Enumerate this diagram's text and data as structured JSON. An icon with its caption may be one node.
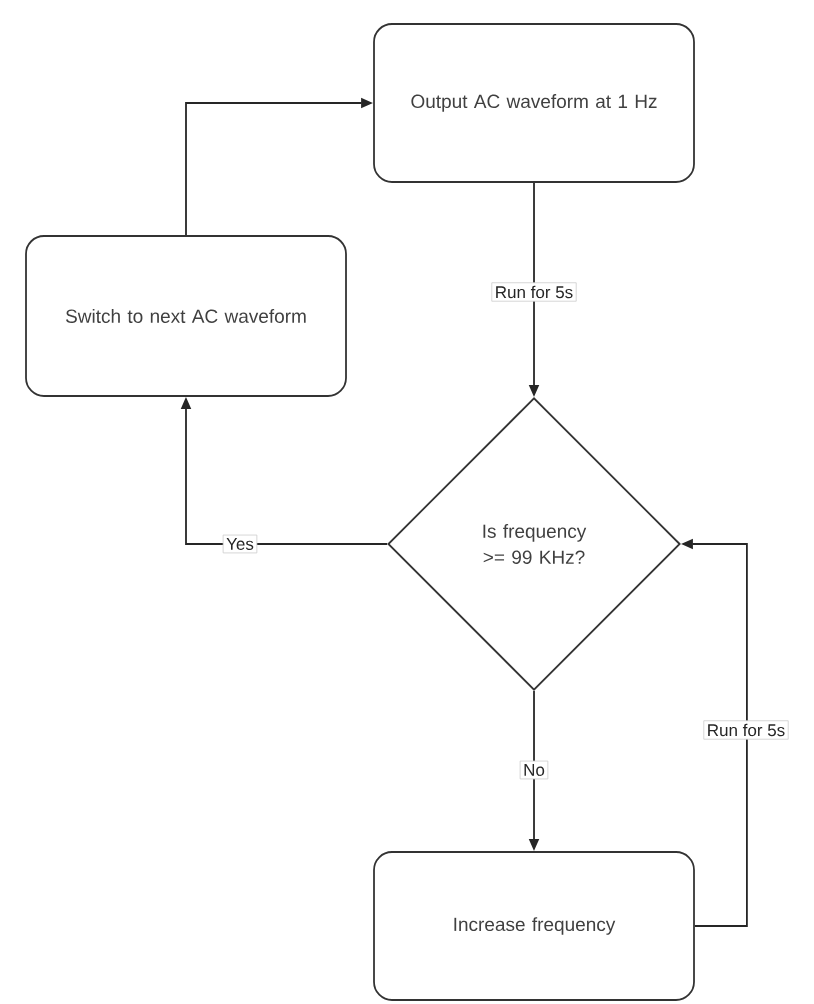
{
  "diagram": {
    "nodes": [
      {
        "text": [
          "Output AC waveform at 1 Hz"
        ]
      },
      {
        "text": [
          "Is frequency >= 99 KHz?"
        ]
      },
      {
        "text": [
          "Switch to next AC waveform"
        ]
      },
      {
        "text": [
          "Increase frequency"
        ]
      }
    ],
    "edges": [
      {
        "from": 0,
        "to": 1,
        "arrow": "to",
        "label": "Run for 5s"
      },
      {
        "from": 1,
        "to": 2,
        "arrow": "to",
        "label": "Yes"
      },
      {
        "from": 2,
        "to": 0,
        "arrow": "to"
      },
      {
        "from": 1,
        "to": 3,
        "arrow": "to",
        "label": "No"
      },
      {
        "from": 3,
        "to": 1,
        "arrow": "to",
        "label": "Run for 5s"
      }
    ]
  }
}
